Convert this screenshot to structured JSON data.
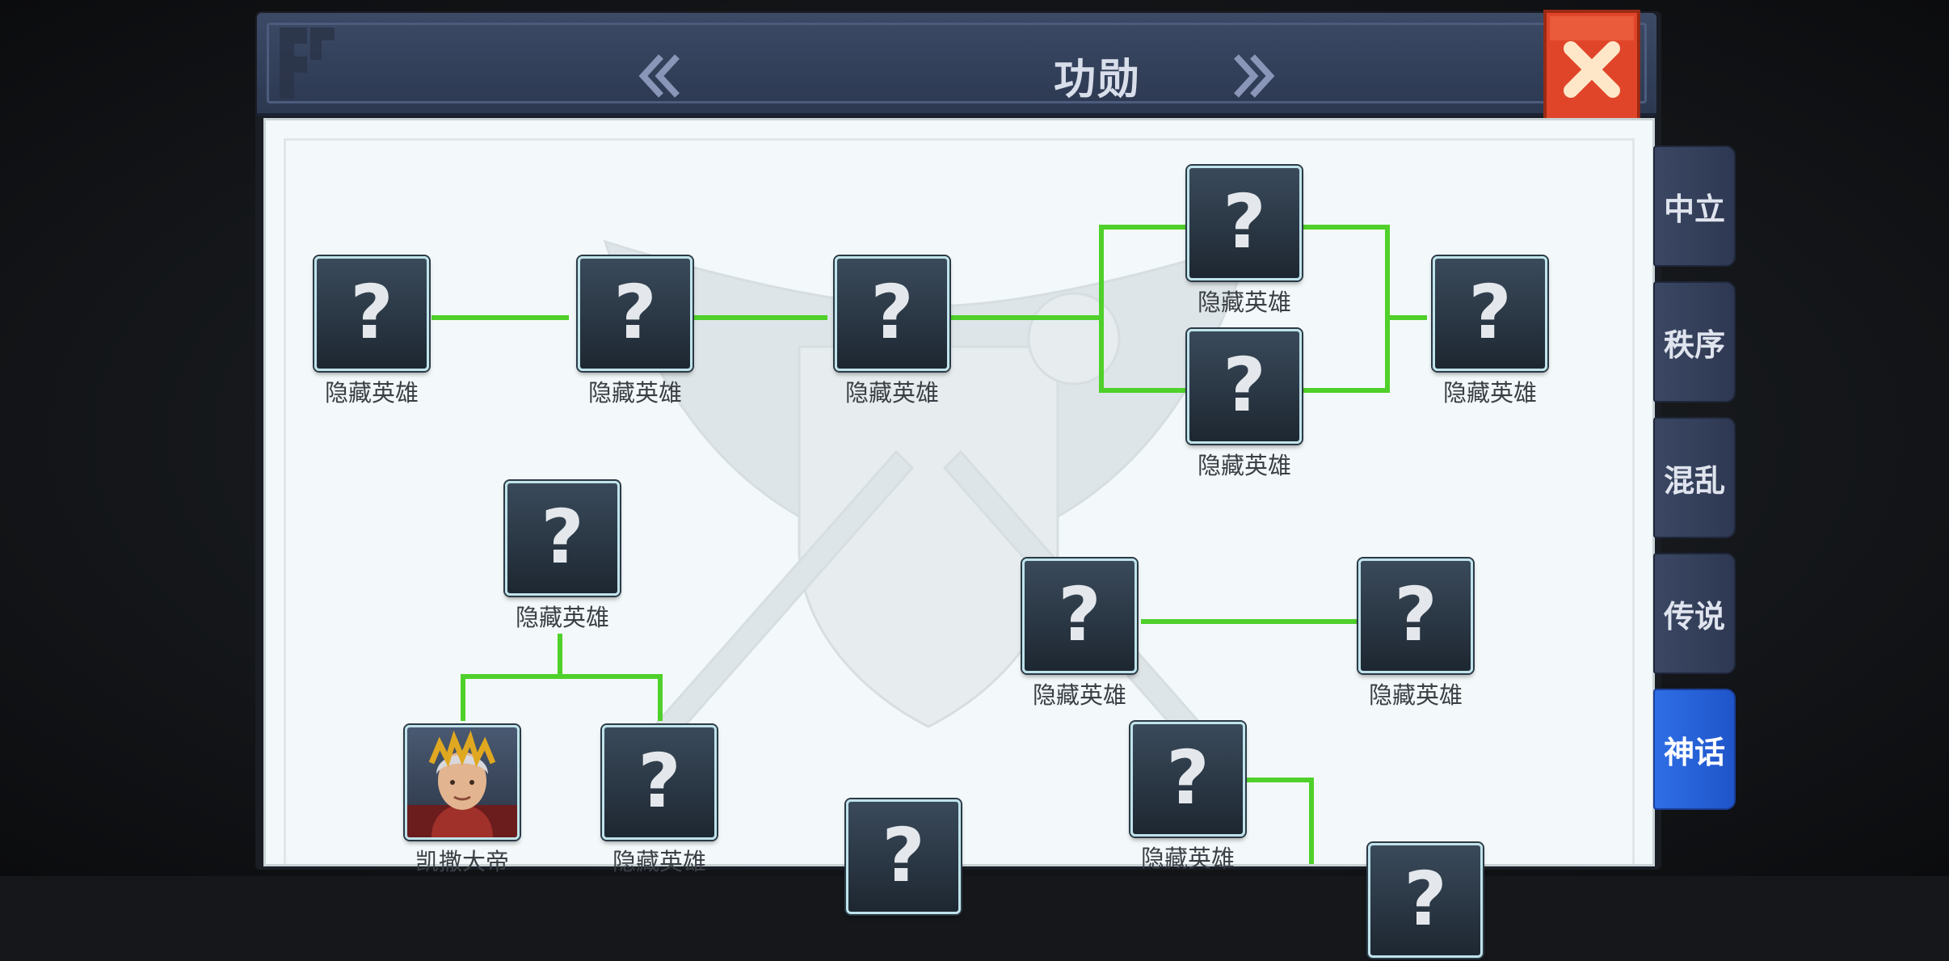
{
  "header": {
    "title": "功勋"
  },
  "tabs": [
    {
      "label": "中立",
      "active": false
    },
    {
      "label": "秩序",
      "active": false
    },
    {
      "label": "混乱",
      "active": false
    },
    {
      "label": "传说",
      "active": false
    },
    {
      "label": "神话",
      "active": true
    }
  ],
  "hero_hidden_symbol": "?",
  "heroes": [
    {
      "label": "隐藏英雄"
    },
    {
      "label": "隐藏英雄"
    },
    {
      "label": "隐藏英雄"
    },
    {
      "label": "隐藏英雄"
    },
    {
      "label": "隐藏英雄"
    },
    {
      "label": "隐藏英雄"
    },
    {
      "label": "隐藏英雄"
    },
    {
      "label": "隐藏英雄"
    },
    {
      "label": "隐藏英雄"
    },
    {
      "label": "凯撒大帝"
    },
    {
      "label": "隐藏英雄"
    },
    {
      "label": "隐藏英雄"
    },
    {
      "label": ""
    },
    {
      "label": ""
    }
  ],
  "colors": {
    "connector": "#4fd02a",
    "close_button": "#e0452a",
    "active_tab": "#2f6ee6",
    "header": "#35425d"
  },
  "icons": {
    "close": "close-x-icon",
    "prev": "double-chevron-left-icon",
    "next": "double-chevron-right-icon"
  }
}
